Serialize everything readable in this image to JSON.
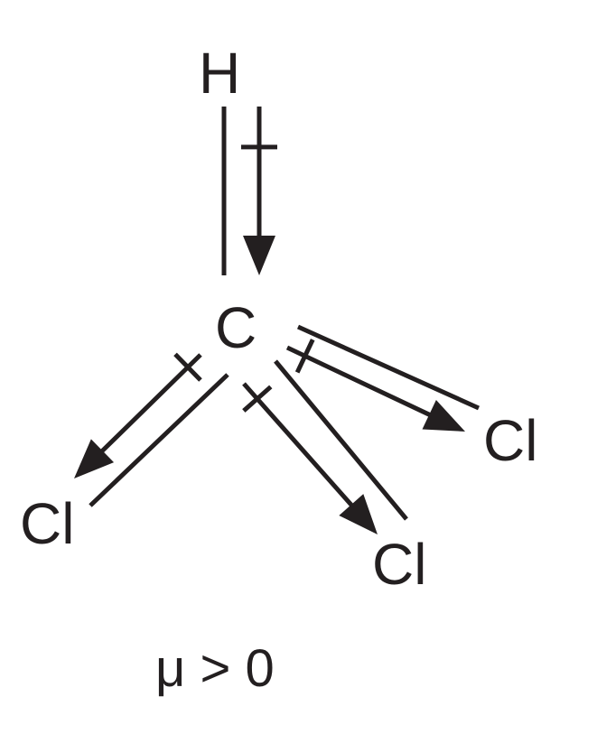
{
  "diagram": {
    "atoms": {
      "hydrogen": "H",
      "carbon": "C",
      "chlorine_right": "Cl",
      "chlorine_left": "Cl",
      "chlorine_bottom": "Cl"
    },
    "dipole_label": "μ > 0",
    "colors": {
      "ink": "#231f20",
      "background": "#ffffff"
    }
  }
}
